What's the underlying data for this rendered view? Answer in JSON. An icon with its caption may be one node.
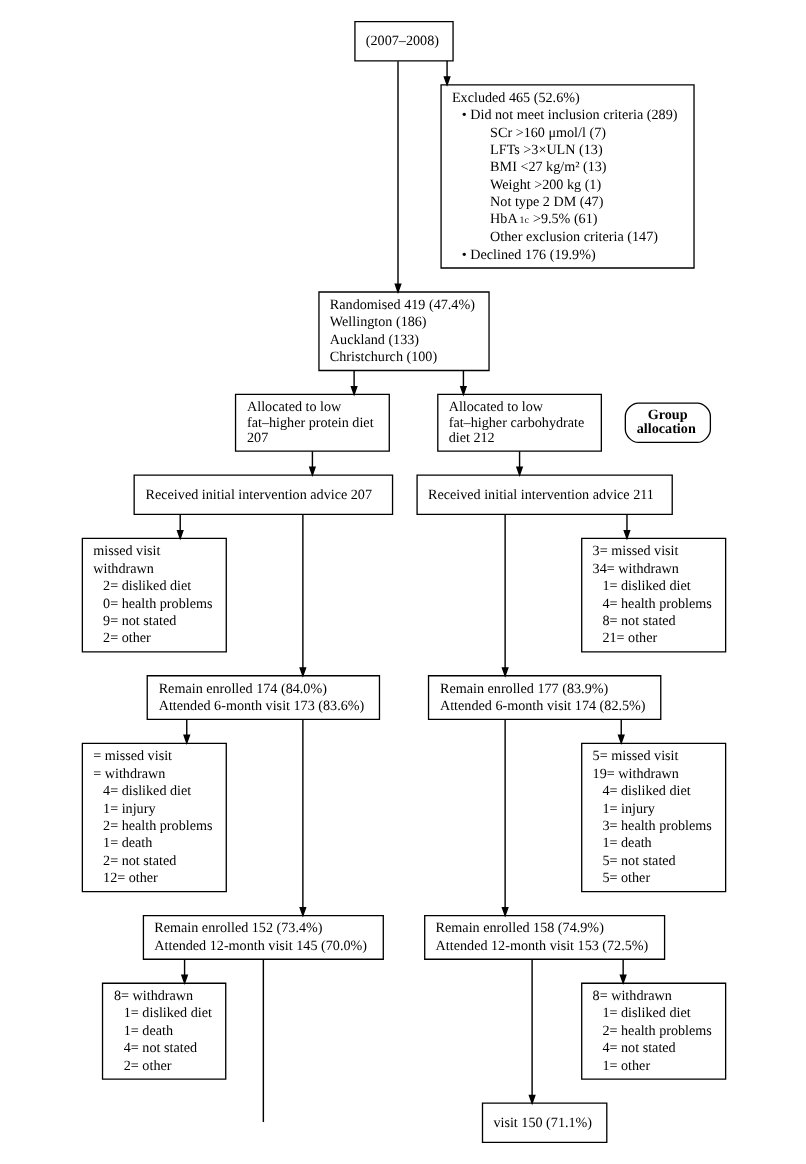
{
  "diagram": {
    "nodes": [
      {
        "text": [
          "(2007–2008)"
        ]
      },
      {
        "text": [
          "Excluded 465 (52.6%)",
          "• Did not meet inclusion criteria (289)",
          "SCr >160 μmol/l (7)",
          "LFTs >3×ULN (13)",
          "BMI <27 kg/m² (13)",
          "Weight >200 kg (1)",
          "Not type 2 DM (47)",
          "HbA$_{1c}$ >9.5% (61)",
          "Other exclusion criteria (147)",
          "• Declined 176 (19.9%)"
        ]
      },
      {
        "text": [
          "Randomised 419 (47.4%)",
          "Wellington (186)",
          "Auckland (133)",
          "Christchurch (100)"
        ]
      },
      {
        "text": [
          "Allocated to low fat–higher protein diet 207"
        ]
      },
      {
        "text": [
          "Group allocation"
        ]
      },
      {
        "text": [
          "Allocated to low fat–higher carbohydrate diet 212"
        ]
      },
      {
        "text": [
          "Received initial intervention advice 207"
        ]
      },
      {
        "text": [
          "Received initial intervention advice 211"
        ]
      },
      {
        "text": [
          "missed visit",
          "withdrawn",
          "2= disliked diet",
          "0= health problems",
          "9= not stated",
          "2= other"
        ]
      },
      {
        "text": [
          "3= missed visit",
          "34= withdrawn",
          "1= disliked diet",
          "4= health problems",
          "8= not stated",
          "21= other"
        ]
      },
      {
        "text": [
          "Remain enrolled 174 (84.0%)",
          "Attended 6-month visit 173 (83.6%)"
        ]
      },
      {
        "text": [
          "Remain enrolled 177 (83.9%)",
          "Attended 6-month visit 174 (82.5%)"
        ]
      },
      {
        "text": [
          "= missed visit",
          "= withdrawn",
          "4= disliked diet",
          "1= injury",
          "2= health problems",
          "1= death",
          "2= not stated",
          "12= other"
        ]
      },
      {
        "text": [
          "5= missed visit",
          "19= withdrawn",
          "4= disliked diet",
          "1= injury",
          "3= health problems",
          "1= death",
          "5= not stated",
          "5= other"
        ]
      },
      {
        "text": [
          "Remain enrolled 152 (73.4%)",
          "Attended 12-month visit 145 (70.0%)"
        ]
      },
      {
        "text": [
          "Remain enrolled 158 (74.9%)",
          "Attended 12-month visit 153 (72.5%)"
        ]
      },
      {
        "text": [
          "8= withdrawn",
          "1= disliked diet",
          "1= death",
          "4= not stated",
          "2= other"
        ]
      },
      {
        "text": [
          "8= withdrawn",
          "1= disliked diet",
          "2= health problems",
          "4= not stated",
          "1= other"
        ]
      },
      {
        "text": [
          "visit 150 (71.1%)"
        ]
      }
    ],
    "edges": [
      {
        "from": 0,
        "to": 2,
        "arrow": "to"
      },
      {
        "from": 0,
        "to": 1,
        "arrow": "to"
      },
      {
        "from": 2,
        "to": 3,
        "arrow": "to"
      },
      {
        "from": 2,
        "to": 5,
        "arrow": "to"
      },
      {
        "from": 3,
        "to": 6,
        "arrow": "to"
      },
      {
        "from": 5,
        "to": 7,
        "arrow": "to"
      },
      {
        "from": 6,
        "to": 8,
        "arrow": "to"
      },
      {
        "from": 6,
        "to": 10,
        "arrow": "to"
      },
      {
        "from": 7,
        "to": 11,
        "arrow": "to"
      },
      {
        "from": 7,
        "to": 9,
        "arrow": "to"
      },
      {
        "from": 10,
        "to": 12,
        "arrow": "to"
      },
      {
        "from": 10,
        "to": 14,
        "arrow": "to"
      },
      {
        "from": 11,
        "to": 15,
        "arrow": "to"
      },
      {
        "from": 11,
        "to": 13,
        "arrow": "to"
      },
      {
        "from": 14,
        "to": 16,
        "arrow": "to"
      },
      {
        "from": 14,
        "to": null,
        "arrow": "none"
      },
      {
        "from": 15,
        "to": 18,
        "arrow": "to"
      },
      {
        "from": 15,
        "to": 17,
        "arrow": "to"
      }
    ]
  }
}
